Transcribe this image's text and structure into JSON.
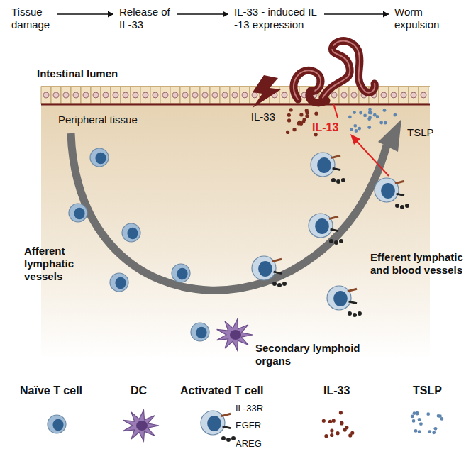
{
  "diagram": {
    "nodes": [
      {
        "text": [
          "Tissue damage"
        ]
      },
      {
        "text": [
          "Release of IL-33"
        ]
      },
      {
        "text": [
          "IL-33 - induced IL -13 expression"
        ]
      },
      {
        "text": [
          "Worm expulsion"
        ]
      }
    ],
    "edges": [
      {
        "from": 0,
        "to": 1,
        "arrow": "to"
      },
      {
        "from": 1,
        "to": 2,
        "arrow": "to"
      },
      {
        "from": 2,
        "to": 3,
        "arrow": "to"
      }
    ],
    "labels": [
      "Intestinal lumen",
      "Peripheral tissue",
      "IL-33",
      "IL-13",
      "TSLP",
      "Afferent lymphatic vessels",
      "Efferent lymphatic and blood vessels",
      "Secondary lymphoid organs",
      "IL-33R",
      "EGFR",
      "AREG"
    ],
    "legend": [
      {
        "text": "Naïve T cell"
      },
      {
        "text": "DC"
      },
      {
        "text": "Activated T cell"
      },
      {
        "text": "IL-33"
      },
      {
        "text": "TSLP"
      }
    ]
  }
}
